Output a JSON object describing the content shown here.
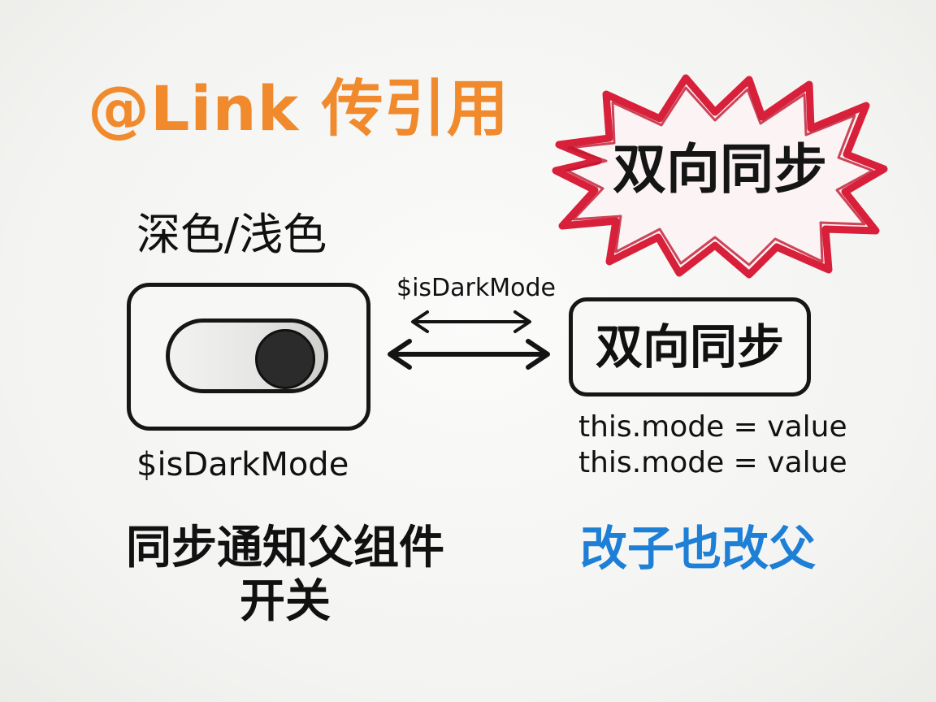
{
  "title": "@Link 传引用",
  "burst_label": "双向同步",
  "mode_label": "深色/浅色",
  "switch_var": "$isDarkMode",
  "arrow_var": "$isDarkMode",
  "sync_box_label": "双向同步",
  "code_lines": [
    "this.mode = value",
    "this.mode = value"
  ],
  "notify_lines": [
    "同步通知父组件",
    "开关"
  ],
  "child_parent_label": "改子也改父",
  "colors": {
    "title": "#f08a2c",
    "burst_stroke": "#d8203a",
    "accent_blue": "#1d7fd6",
    "ink": "#111111"
  }
}
